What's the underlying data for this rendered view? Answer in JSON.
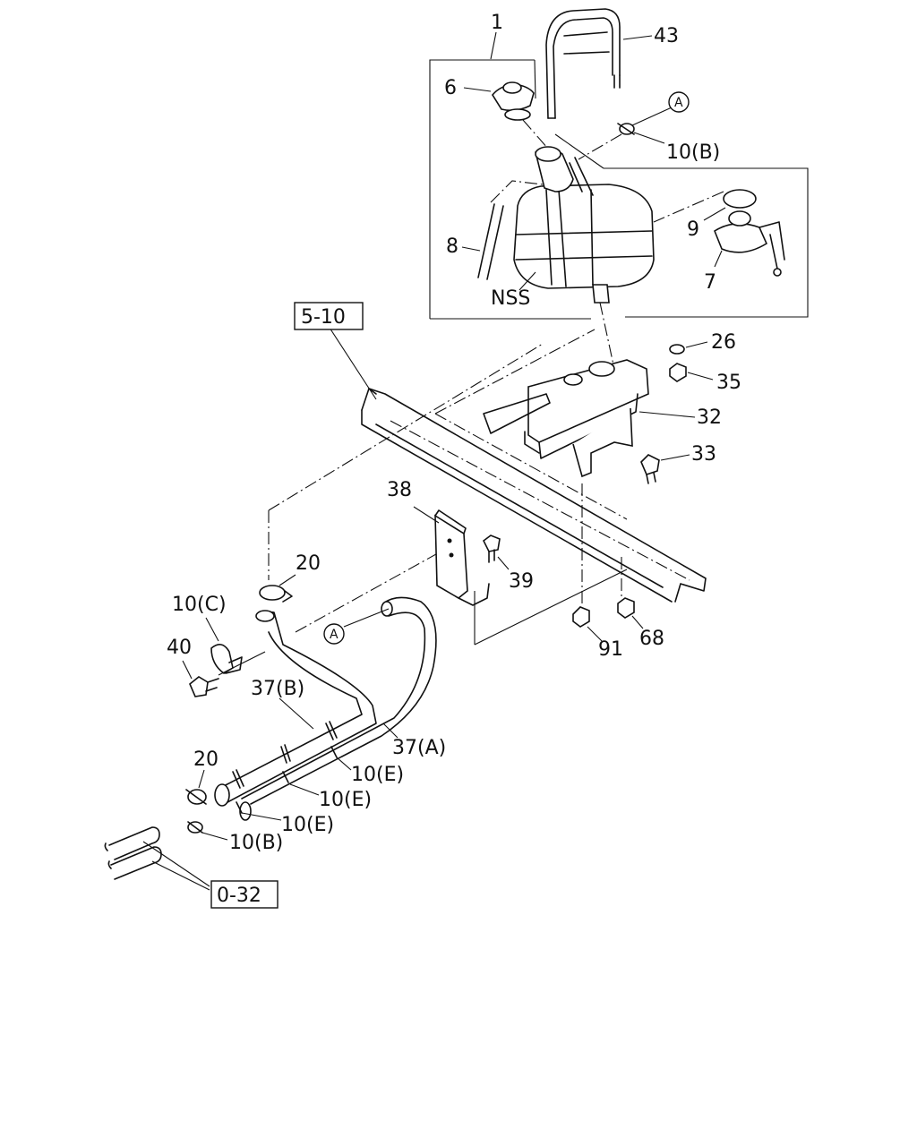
{
  "callouts": {
    "c1": "1",
    "c43": "43",
    "c6": "6",
    "cA_top": "A",
    "c10B_top": "10(B)",
    "c9": "9",
    "c8": "8",
    "c7": "7",
    "cNSS": "NSS",
    "c5_10": "5-10",
    "c26": "26",
    "c35": "35",
    "c32": "32",
    "c33": "33",
    "c38": "38",
    "c20_top": "20",
    "c39": "39",
    "c10C": "10(C)",
    "cA_mid": "A",
    "c40": "40",
    "c91": "91",
    "c68": "68",
    "c37B": "37(B)",
    "c37A": "37(A)",
    "c20_bot": "20",
    "c10E_1": "10(E)",
    "c10E_2": "10(E)",
    "c10E_3": "10(E)",
    "c10B_bot": "10(B)",
    "c0_32": "0-32"
  }
}
